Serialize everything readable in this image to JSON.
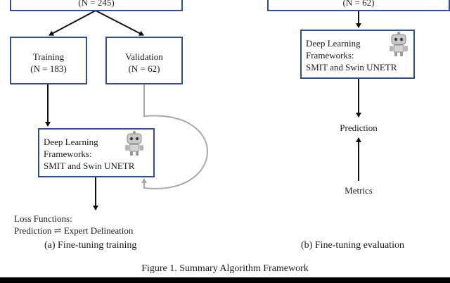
{
  "left_panel": {
    "top_box_text": "(N = 245)",
    "training_box": {
      "title": "Training",
      "count": "(N = 183)"
    },
    "validation_box": {
      "title": "Validation",
      "count": "(N = 62)"
    },
    "framework_box": {
      "line1": "Deep Learning",
      "line2": "Frameworks:",
      "line3": "SMIT and Swin UNETR"
    },
    "loss": {
      "line1": "Loss Functions:",
      "line2": "Prediction ⇌ Expert Delineation"
    },
    "caption": "(a) Fine-tuning training"
  },
  "right_panel": {
    "top_box_text": "(N = 62)",
    "framework_box": {
      "line1": "Deep Learning",
      "line2": "Frameworks:",
      "line3": "SMIT and Swin UNETR"
    },
    "prediction_label": "Prediction",
    "metrics_label": "Metrics",
    "caption": "(b) Fine-tuning evaluation"
  },
  "figure_caption": "Figure 1. Summary Algorithm Framework"
}
